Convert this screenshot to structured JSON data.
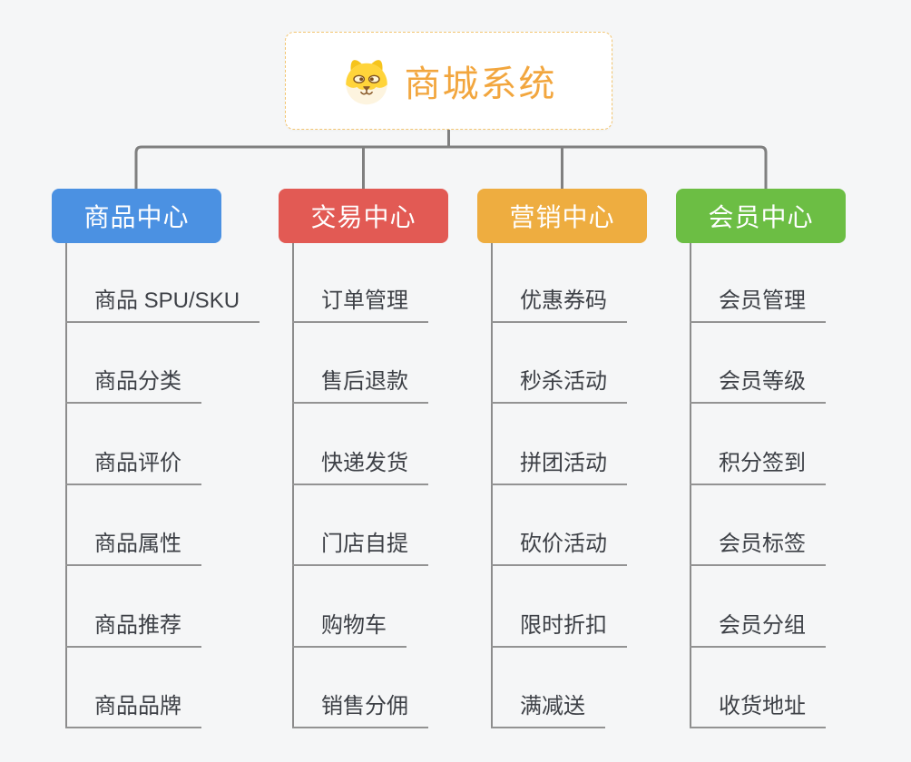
{
  "root": {
    "title": "商城系统",
    "icon": "shiba-dog-icon",
    "title_color": "#f2a63e",
    "border_color": "#f3c571"
  },
  "branches": [
    {
      "label": "商品中心",
      "color": "#4b91e2",
      "items": [
        "商品 SPU/SKU",
        "商品分类",
        "商品评价",
        "商品属性",
        "商品推荐",
        "商品品牌"
      ]
    },
    {
      "label": "交易中心",
      "color": "#e25a54",
      "items": [
        "订单管理",
        "售后退款",
        "快递发货",
        "门店自提",
        "购物车",
        "销售分佣"
      ]
    },
    {
      "label": "营销中心",
      "color": "#eead40",
      "items": [
        "优惠券码",
        "秒杀活动",
        "拼团活动",
        "砍价活动",
        "限时折扣",
        "满减送"
      ]
    },
    {
      "label": "会员中心",
      "color": "#6cbe44",
      "items": [
        "会员管理",
        "会员等级",
        "积分签到",
        "会员标签",
        "会员分组",
        "收货地址"
      ]
    }
  ],
  "connector_color": "#808080",
  "background_color": "#f5f6f7"
}
